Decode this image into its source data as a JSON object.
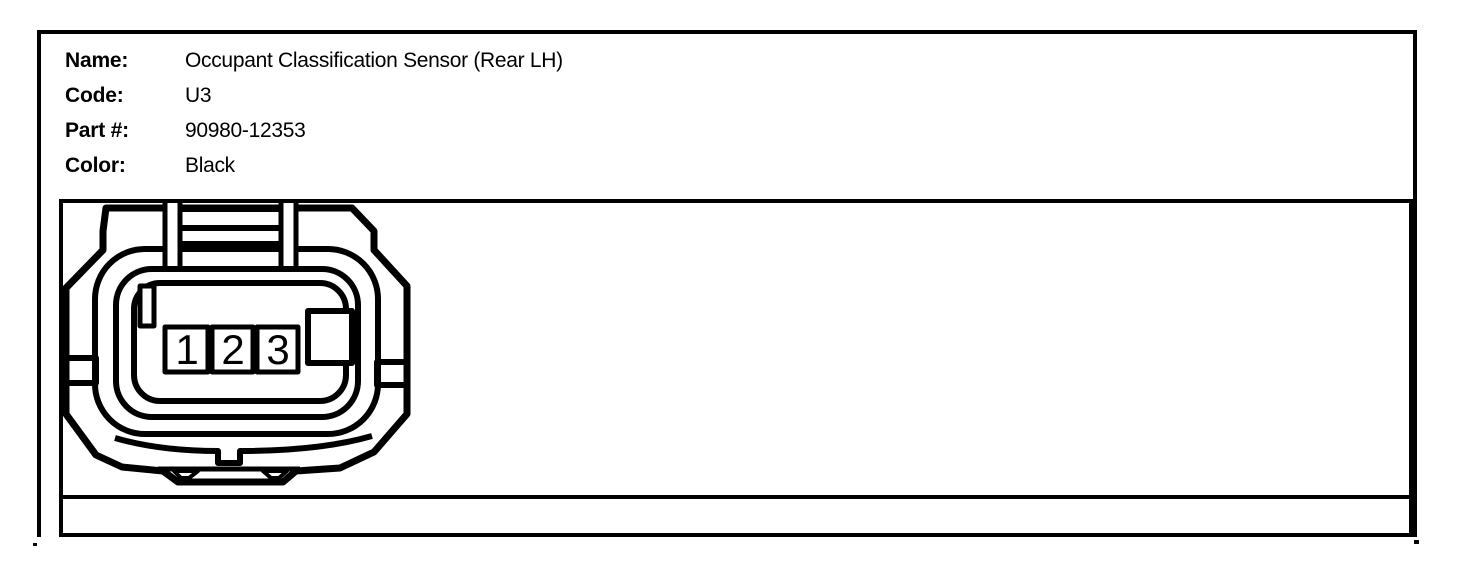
{
  "colors": {
    "line": "#000000",
    "background": "#ffffff"
  },
  "header": {
    "fields": [
      {
        "label": "Name:",
        "value": "Occupant Classification Sensor (Rear LH)"
      },
      {
        "label": "Code:",
        "value": "U3"
      },
      {
        "label": "Part #:",
        "value": "90980-12353"
      },
      {
        "label": "Color:",
        "value": "Black"
      }
    ]
  },
  "connector": {
    "pins": [
      "1",
      "2",
      "3"
    ]
  }
}
